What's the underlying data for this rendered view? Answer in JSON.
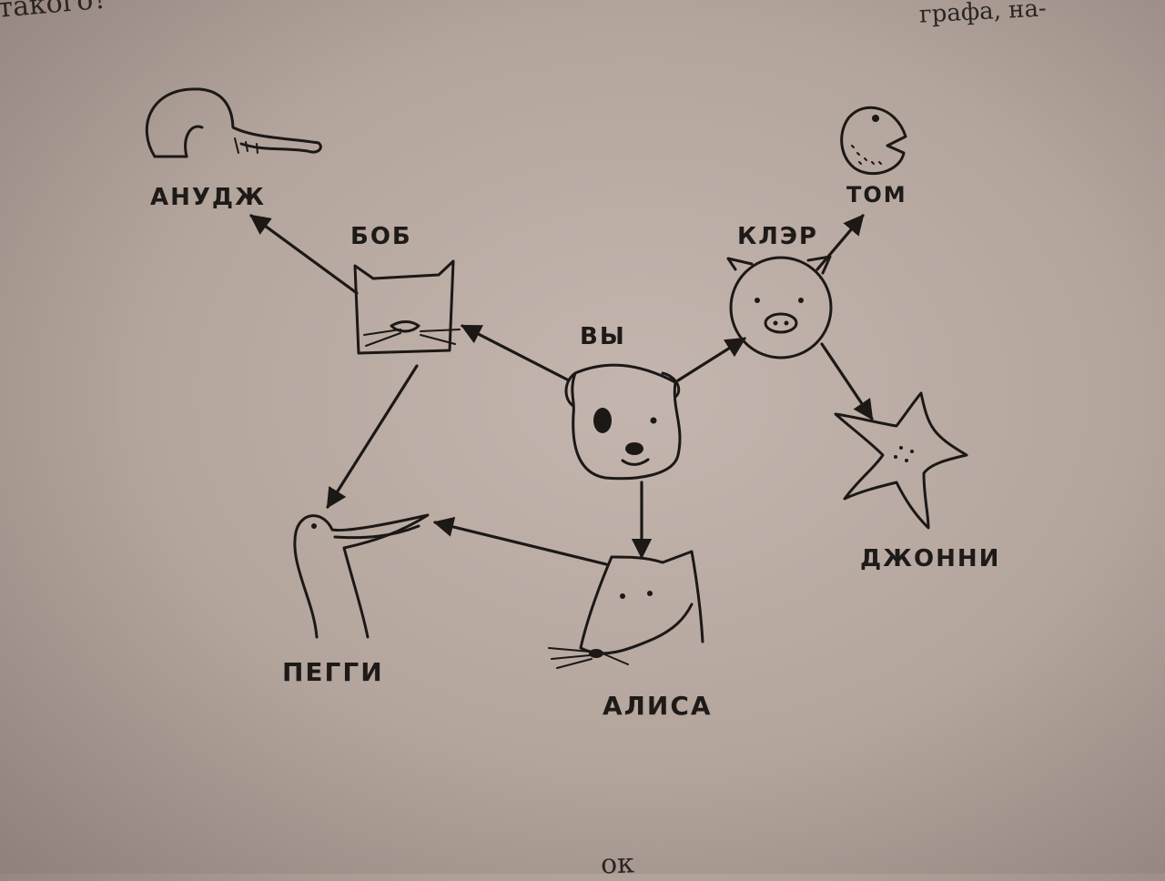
{
  "page_fragments": {
    "top_left": "такого?",
    "top_right": "графа, на-",
    "bottom": "ок"
  },
  "graph": {
    "nodes": [
      {
        "id": "you",
        "label": "ВЫ",
        "icon": "dog-icon"
      },
      {
        "id": "bob",
        "label": "БОБ",
        "icon": "cat-icon"
      },
      {
        "id": "claire",
        "label": "КЛЭР",
        "icon": "pig-icon"
      },
      {
        "id": "anuj",
        "label": "АНУДЖ",
        "icon": "elephant-icon"
      },
      {
        "id": "tom",
        "label": "ТОМ",
        "icon": "pacman-fish-icon"
      },
      {
        "id": "johnny",
        "label": "ДЖОННИ",
        "icon": "starfish-icon"
      },
      {
        "id": "peggy",
        "label": "ПЕГГИ",
        "icon": "bird-icon"
      },
      {
        "id": "alice",
        "label": "АЛИСА",
        "icon": "mouse-icon"
      }
    ],
    "edges": [
      {
        "from": "you",
        "to": "bob"
      },
      {
        "from": "you",
        "to": "claire"
      },
      {
        "from": "you",
        "to": "alice"
      },
      {
        "from": "bob",
        "to": "anuj"
      },
      {
        "from": "bob",
        "to": "peggy"
      },
      {
        "from": "alice",
        "to": "peggy"
      },
      {
        "from": "claire",
        "to": "tom"
      },
      {
        "from": "claire",
        "to": "johnny"
      }
    ]
  }
}
